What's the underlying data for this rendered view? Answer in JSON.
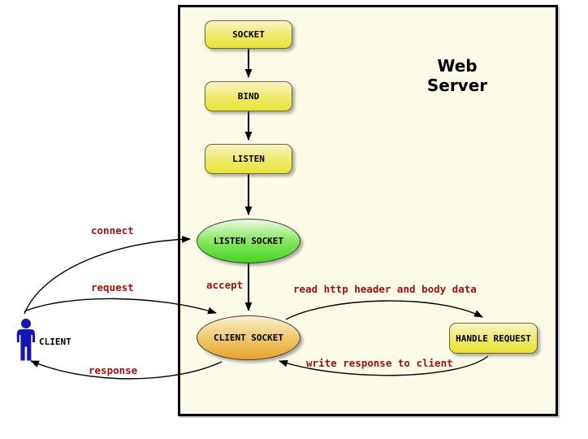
{
  "title": "Web Server",
  "client": {
    "label": "CLIENT"
  },
  "nodes": {
    "socket": {
      "label": "SOCKET",
      "shape": "rounded-rect"
    },
    "bind": {
      "label": "BIND",
      "shape": "rounded-rect"
    },
    "listen": {
      "label": "LISTEN",
      "shape": "rounded-rect"
    },
    "listen_socket": {
      "label": "LISTEN SOCKET",
      "shape": "ellipse"
    },
    "client_socket": {
      "label": "CLIENT SOCKET",
      "shape": "ellipse"
    },
    "handle_request": {
      "label": "HANDLE REQUEST",
      "shape": "rounded-rect"
    }
  },
  "edges": {
    "connect": "connect",
    "request": "request",
    "response": "response",
    "accept": "accept",
    "read": "read http header and body data",
    "write": "write response to client"
  },
  "colors": {
    "server_background": "#FBFBE8",
    "node_yellow_top": "#F8F4C6",
    "node_yellow_bottom": "#E9E335",
    "listen_socket_green_top": "#EDFAE4",
    "listen_socket_green_bottom": "#43D51F",
    "client_socket_orange_top": "#FAF0D2",
    "client_socket_orange_bottom": "#E6A42C",
    "edge_label_red": "#A51111",
    "client_blue": "#1414B4",
    "arrow_color": "#000000"
  }
}
